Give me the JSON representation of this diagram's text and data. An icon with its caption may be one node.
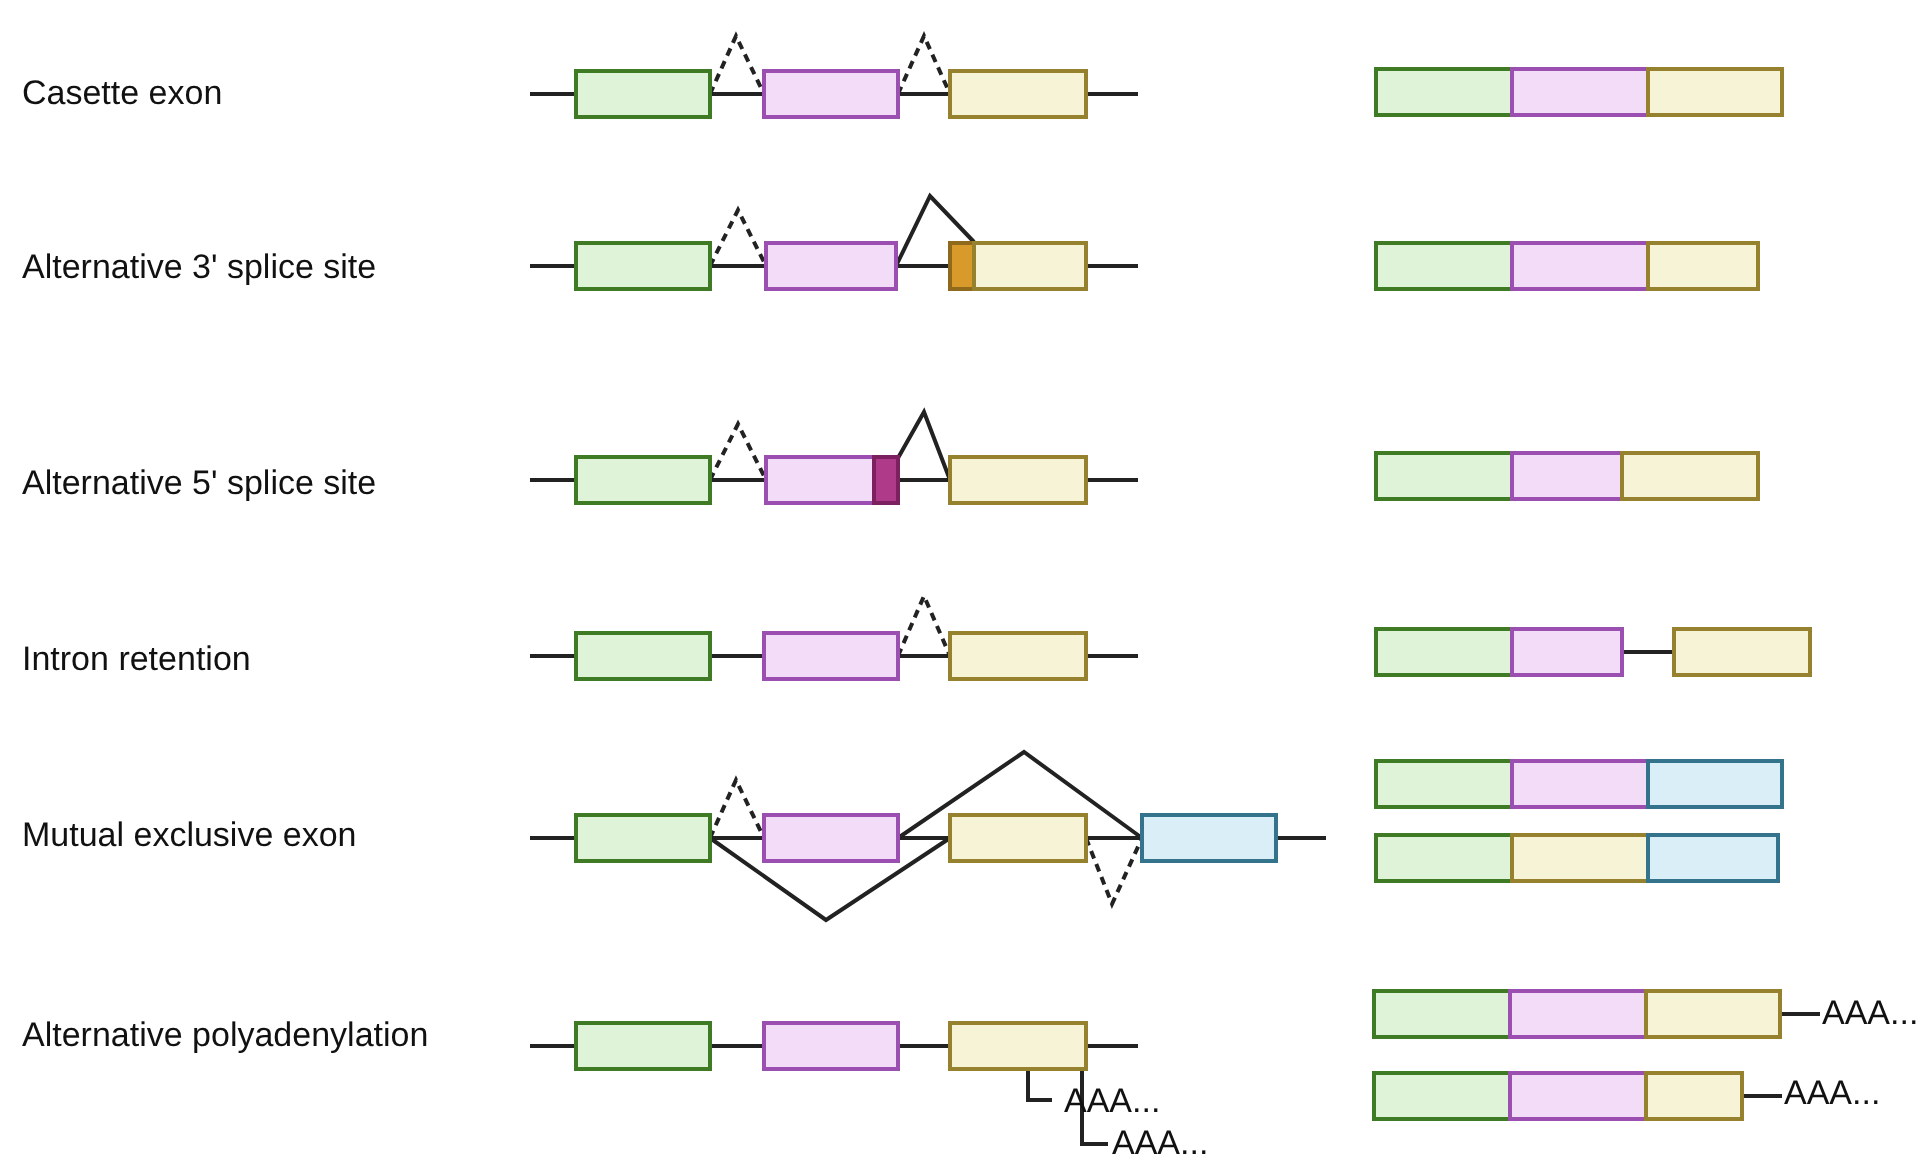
{
  "diagram": {
    "labels": [
      "Casette exon",
      "Alternative 3' splice site",
      "Alternative 5' splice site",
      "Intron retention",
      "Mutual exclusive exon",
      "Alternative polyadenylation",
      "AAA...",
      "AAA...",
      "AAA...",
      "AAA..."
    ]
  }
}
